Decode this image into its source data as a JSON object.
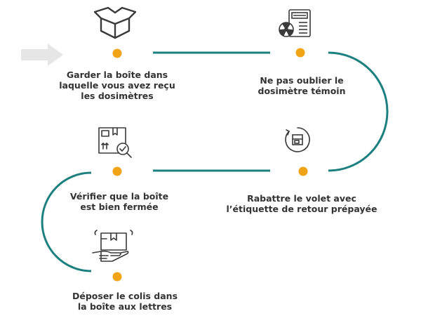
{
  "colors": {
    "connector": "#1d8080",
    "dot": "#f0a416",
    "arrow": "#e6e6e6",
    "icon": "#3a3a3a",
    "text": "#333333"
  },
  "steps": [
    {
      "icon": "open-box-icon",
      "label_lines": [
        "Garder la boîte dans",
        "laquelle vous avez reçu",
        "les dosimètres"
      ]
    },
    {
      "icon": "dosimeter-device-icon",
      "label_lines": [
        "Ne pas oublier le",
        "dosimètre témoin"
      ]
    },
    {
      "icon": "return-label-icon",
      "label_lines": [
        "Rabattre le volet avec",
        "l’étiquette de retour prépayée"
      ]
    },
    {
      "icon": "box-inspection-icon",
      "label_lines": [
        "Vérifier que la boîte",
        "est bien fermée"
      ]
    },
    {
      "icon": "hand-package-icon",
      "label_lines": [
        "Déposer le colis dans",
        "la boîte aux lettres"
      ]
    }
  ]
}
